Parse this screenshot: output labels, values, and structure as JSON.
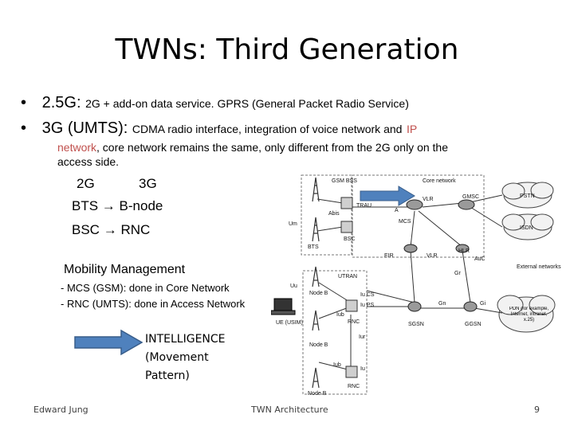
{
  "slide": {
    "title": "TWNs: Third Generation",
    "bullets": [
      {
        "marker": "•",
        "lead": "2.5G:",
        "rest": "2G + add-on data service. GPRS (General Packet Radio Service)"
      },
      {
        "marker": "•",
        "lead": "3G (UMTS):",
        "rest": "CDMA radio interface, integration of voice network and",
        "rest_accent": "IP"
      }
    ],
    "bullet2_cont": {
      "accent": "network",
      "rest": ", core network remains the same, only different from the 2G only on the",
      "line3": "access side."
    },
    "mapping": {
      "header_2g": "2G",
      "header_3g": "3G",
      "rows": [
        {
          "from": "BTS",
          "arrow": "→",
          "to": "B-node"
        },
        {
          "from": "BSC",
          "arrow": "→",
          "to": "RNC"
        }
      ]
    },
    "mobility": {
      "title": "Mobility Management",
      "lines": [
        "- MCS (GSM): done in Core Network",
        "- RNC (UMTS): done in Access Network"
      ]
    },
    "intelligence": [
      "INTELLIGENCE",
      "(Movement",
      "Pattern)"
    ],
    "footer": {
      "author": "Edward Jung",
      "center": "TWN Architecture",
      "page": "9"
    },
    "colors": {
      "arrow_blue": "#4f81bd",
      "arrow_border": "#385d8a",
      "accent": "#c0504d"
    }
  },
  "diagram": {
    "labels": {
      "gsm_bss": "GSM BSS",
      "core_network": "Core network",
      "vlr": "VLR",
      "gmsc": "GMSC",
      "pstn": "PSTN",
      "isdn": "ISDN",
      "trau": "TRAU",
      "a": "A",
      "abis": "Abis",
      "bsc": "BSC",
      "msc": "MCS",
      "um": "Um",
      "bts": "BTS",
      "eir": "EIR",
      "vlr2": "VLR",
      "hlr": "HLR",
      "auc": "AuC",
      "gr": "Gr",
      "external": "External networks",
      "utran": "UTRAN",
      "uu": "Uu",
      "node_b": "Node B",
      "iu_cs": "Iu CS",
      "iu_ps": "Iu PS",
      "iub": "Iub",
      "rnc": "RNC",
      "sgsn": "SGSN",
      "gn": "Gn",
      "ggsn": "GGSN",
      "gi": "Gi",
      "pdn": "PDN (for example, Internet, intranet, x.25)",
      "ue": "UE (USIM)",
      "iur": "Iur",
      "iu": "Iu"
    }
  }
}
